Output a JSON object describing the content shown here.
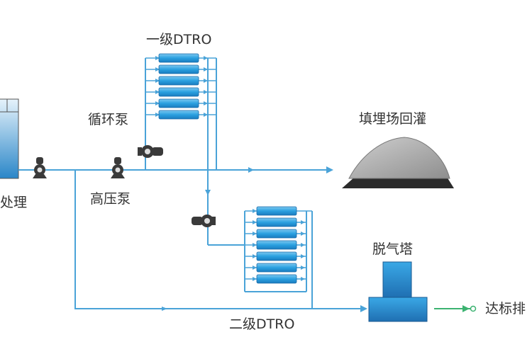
{
  "labels": {
    "stage1": "一级DTRO",
    "stage2": "二级DTRO",
    "circ_pump": "循环泵",
    "hp_pump": "高压泵",
    "landfill": "填埋场回灌",
    "degas": "脱气塔",
    "discharge": "达标排",
    "pretreat": "处理"
  },
  "colors": {
    "pipe": "#4aa3d8",
    "module": "#2aa0e0",
    "tank": "#2a86c8",
    "pump": "#3a3a3a",
    "pile": "#a8a8a8",
    "outflow": "#3cb371",
    "text": "#333333"
  }
}
